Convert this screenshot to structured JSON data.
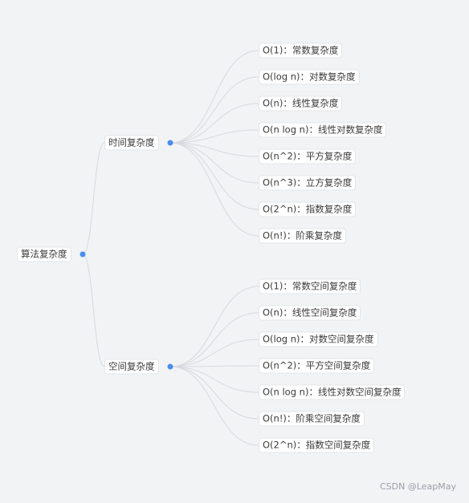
{
  "accent_color": "#4a8cf0",
  "root": {
    "label": "算法复杂度"
  },
  "branches": [
    {
      "label": "时间复杂度",
      "children": [
        "O(1)：常数复杂度",
        "O(log n)：对数复杂度",
        "O(n)：线性复杂度",
        "O(n log n)：线性对数复杂度",
        "O(n^2)：平方复杂度",
        "O(n^3)：立方复杂度",
        "O(2^n)：指数复杂度",
        "O(n!)：阶乘复杂度"
      ]
    },
    {
      "label": "空间复杂度",
      "children": [
        "O(1)：常数空间复杂度",
        "O(n)：线性空间复杂度",
        "O(log n)：对数空间复杂度",
        "O(n^2)：平方空间复杂度",
        "O(n log n)：线性对数空间复杂度",
        "O(n!)：阶乘空间复杂度",
        "O(2^n)：指数空间复杂度"
      ]
    }
  ],
  "watermark": "CSDN @LeapMay"
}
